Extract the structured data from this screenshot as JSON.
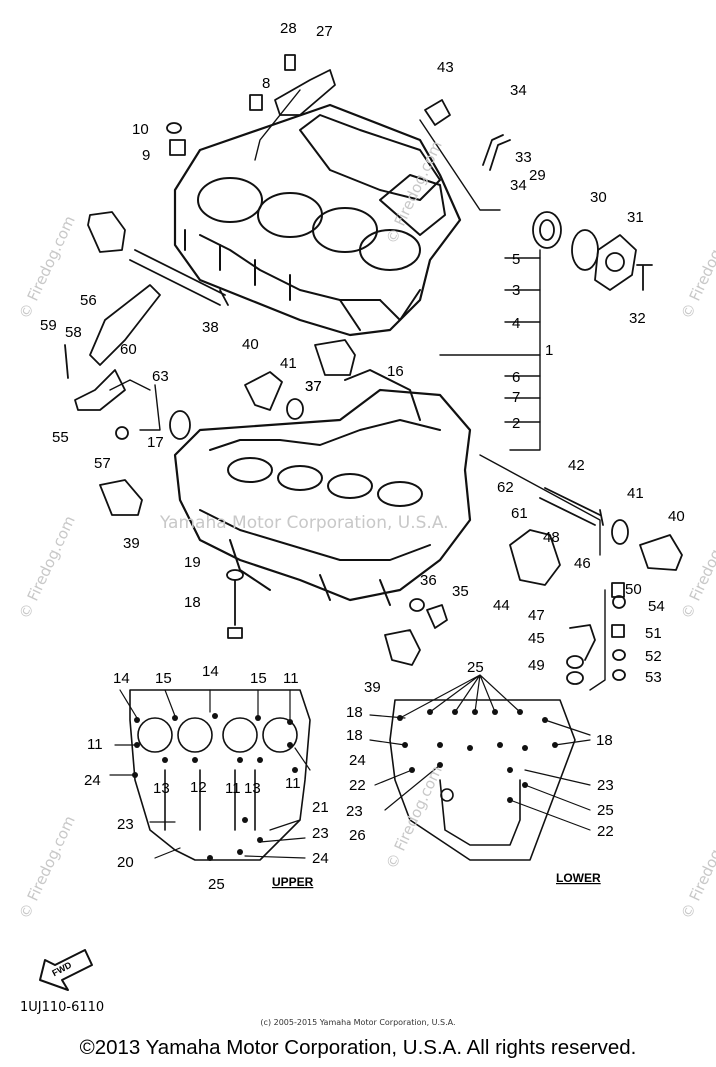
{
  "watermarks": [
    "© Firedog.com",
    "Yamaha Motor Corporation, U.S.A."
  ],
  "callouts": [
    "28",
    "27",
    "8",
    "10",
    "9",
    "43",
    "34",
    "33",
    "34",
    "29",
    "30",
    "31",
    "5",
    "3",
    "4",
    "1",
    "6",
    "7",
    "2",
    "32",
    "37",
    "38",
    "56",
    "59",
    "58",
    "60",
    "63",
    "55",
    "57",
    "40",
    "41",
    "37",
    "16",
    "17",
    "39",
    "42",
    "62",
    "61",
    "48",
    "41",
    "40",
    "46",
    "19",
    "18",
    "44",
    "36",
    "35",
    "47",
    "45",
    "49",
    "50",
    "54",
    "51",
    "52",
    "53",
    "39"
  ],
  "section_labels": {
    "upper": "UPPER",
    "lower": "LOWER"
  },
  "upper_callouts": [
    "14",
    "15",
    "14",
    "15",
    "11",
    "11",
    "24",
    "13",
    "12",
    "11",
    "13",
    "11",
    "21",
    "23",
    "23",
    "20",
    "24",
    "25"
  ],
  "lower_callouts": [
    "25",
    "18",
    "18",
    "24",
    "22",
    "23",
    "26",
    "18",
    "23",
    "25",
    "22"
  ],
  "fwd_label": "FWD",
  "drawing_code": "1UJ110-6110",
  "copyright_small": "(c) 2005-2015 Yamaha Motor Corporation, U.S.A.",
  "copyright_main": "©2013 Yamaha Motor Corporation, U.S.A. All rights reserved."
}
